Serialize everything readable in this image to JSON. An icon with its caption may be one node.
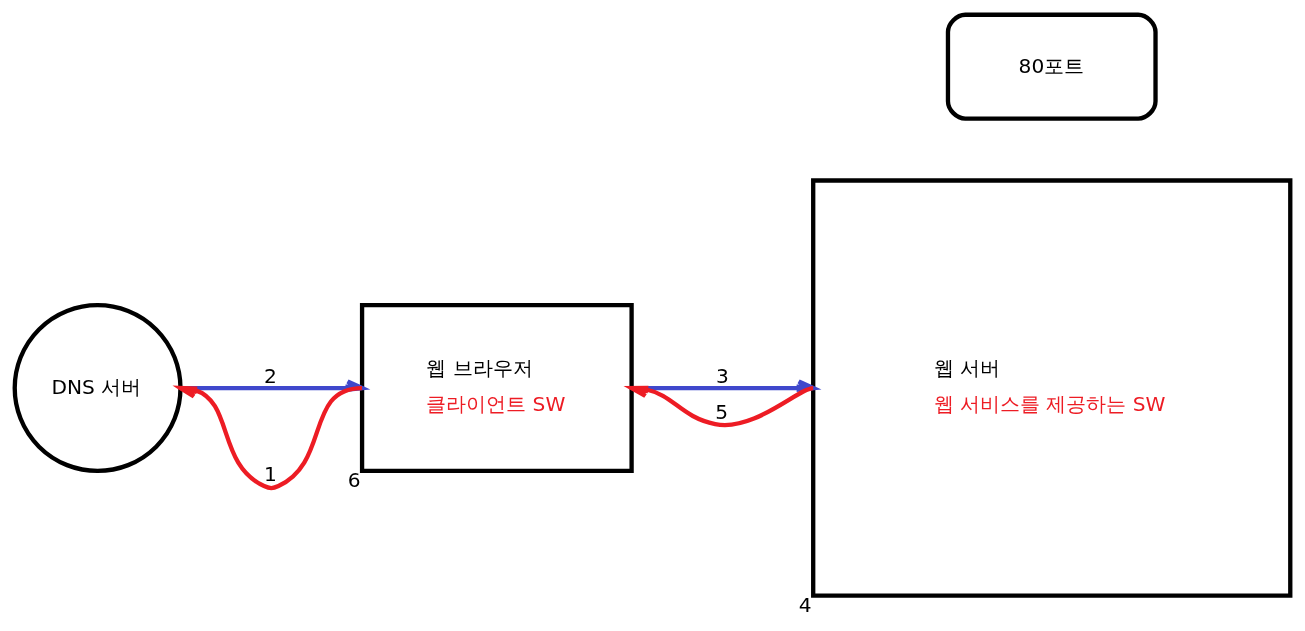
{
  "diagram": {
    "nodes": [
      {
        "text": [
          "DNS 서버"
        ]
      },
      {
        "text": [
          "웹 브라우저",
          "클라이언트 SW"
        ],
        "beside": [
          "6"
        ]
      },
      {
        "text": [
          "80포트"
        ]
      },
      {
        "text": [
          "웹 서버",
          "웹 서비스를 제공하는 SW"
        ],
        "beside": [
          "4"
        ]
      }
    ],
    "edges": [
      {
        "from": 1,
        "to": 0,
        "arrow": "to",
        "label": "1",
        "color": "#ed1c24"
      },
      {
        "from": 0,
        "to": 1,
        "arrow": "to",
        "label": "2",
        "color": "#3f48cc"
      },
      {
        "from": 1,
        "to": 3,
        "arrow": "to",
        "label": "3",
        "color": "#3f48cc"
      },
      {
        "from": 3,
        "to": 1,
        "arrow": "to",
        "label": "5",
        "color": "#ed1c24"
      }
    ]
  }
}
